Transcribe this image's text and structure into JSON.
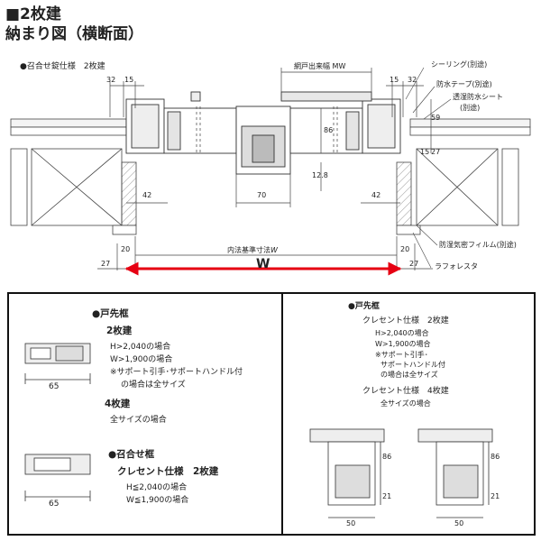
{
  "header": {
    "title_line1": "■2枚建",
    "title_line2": "納まり図（横断面）"
  },
  "top_diagram": {
    "section_title": "●召合せ錠仕様　2枚建",
    "mw_label": "網戸出来幅 MW",
    "inner_label": "内法基準寸法",
    "inner_label_w": "W",
    "w_label": "W",
    "arrow_color": "#e60012",
    "callouts": {
      "sealing": "シーリング(別途)",
      "waterproof_tape": "防水テープ(別途)",
      "breathable_sheet_1": "透湿防水シート",
      "breathable_sheet_2": "(別途)",
      "airtight_film": "防湿気密フィルム(別途)",
      "lafolesta": "ラフォレスタ"
    },
    "dims": {
      "d32_left": "32",
      "d15_left": "15",
      "d15_right": "15",
      "d32_right": "32",
      "d42_left": "42",
      "d70": "70",
      "d42_right": "42",
      "d86": "86",
      "d128": "12.8",
      "d59": "59",
      "d15_side": "15",
      "d27_side": "27",
      "d20_left": "20",
      "d20_right": "20",
      "d27_left": "27",
      "d27_right": "27"
    }
  },
  "left_panel": {
    "door_frame_title": "●戸先框",
    "two_panel": "2枚建",
    "cond1": "H>2,040の場合",
    "cond2": "W>1,900の場合",
    "note1": "※サポート引手･サポートハンドル付",
    "note2": "の場合は全サイズ",
    "four_panel": "4枚建",
    "four_all": "全サイズの場合",
    "dim65_a": "65",
    "meeting_title": "●召合せ框",
    "crescent": "クレセント仕様　2枚建",
    "cond3": "H≦2,040の場合",
    "cond4": "W≦1,900の場合",
    "dim65_b": "65"
  },
  "right_panel": {
    "title": "●戸先框",
    "crescent2": "クレセント仕様　2枚建",
    "cond1": "H>2,040の場合",
    "cond2": "W>1,900の場合",
    "note1": "※サポート引手･",
    "note2": "サポートハンドル付",
    "note3": "の場合は全サイズ",
    "crescent4": "クレセント仕様　4枚建",
    "all_sizes": "全サイズの場合",
    "d86_a": "86",
    "d21_a": "21",
    "d50_a": "50",
    "d86_b": "86",
    "d21_b": "21",
    "d50_b": "50"
  }
}
